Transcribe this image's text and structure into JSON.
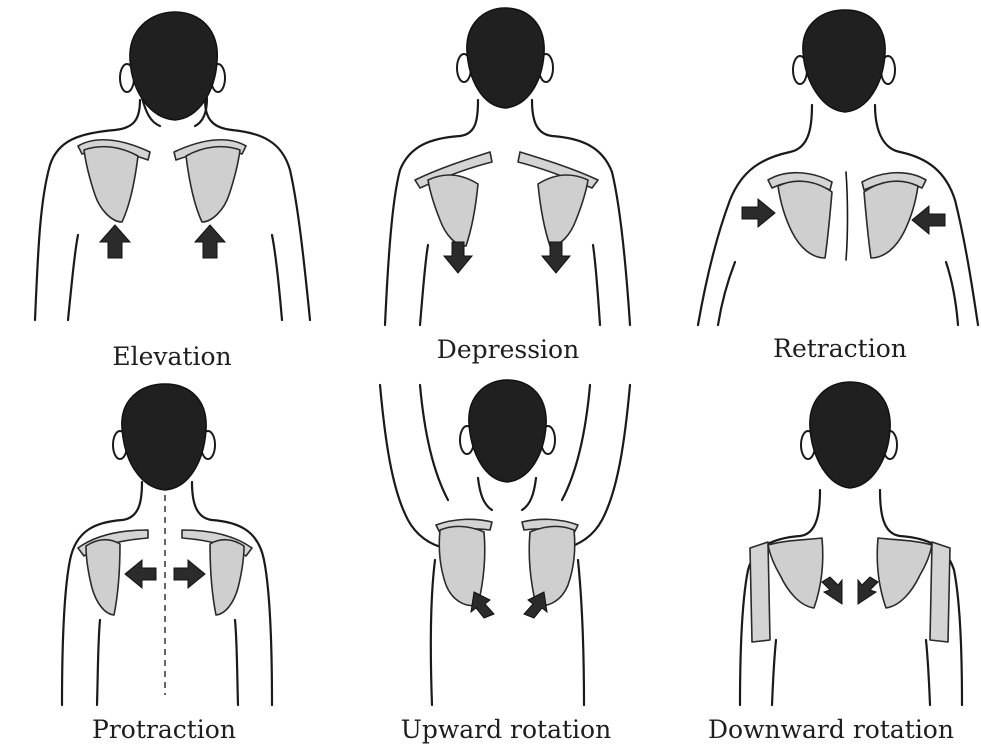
{
  "panels": [
    {
      "id": "elevation",
      "caption": "Elevation",
      "arrow_direction": "up"
    },
    {
      "id": "depression",
      "caption": "Depression",
      "arrow_direction": "down"
    },
    {
      "id": "retraction",
      "caption": "Retraction",
      "arrow_direction": "inward"
    },
    {
      "id": "protraction",
      "caption": "Protraction",
      "arrow_direction": "outward"
    },
    {
      "id": "upward-rotation",
      "caption": "Upward rotation",
      "arrow_direction": "rotate-upward"
    },
    {
      "id": "downward-rotation",
      "caption": "Downward rotation",
      "arrow_direction": "rotate-downward"
    }
  ],
  "colors": {
    "head": "#202020",
    "scapula": "#cfcfcf",
    "arrow": "#2b2b2b",
    "outline": "#1a1a1a"
  }
}
